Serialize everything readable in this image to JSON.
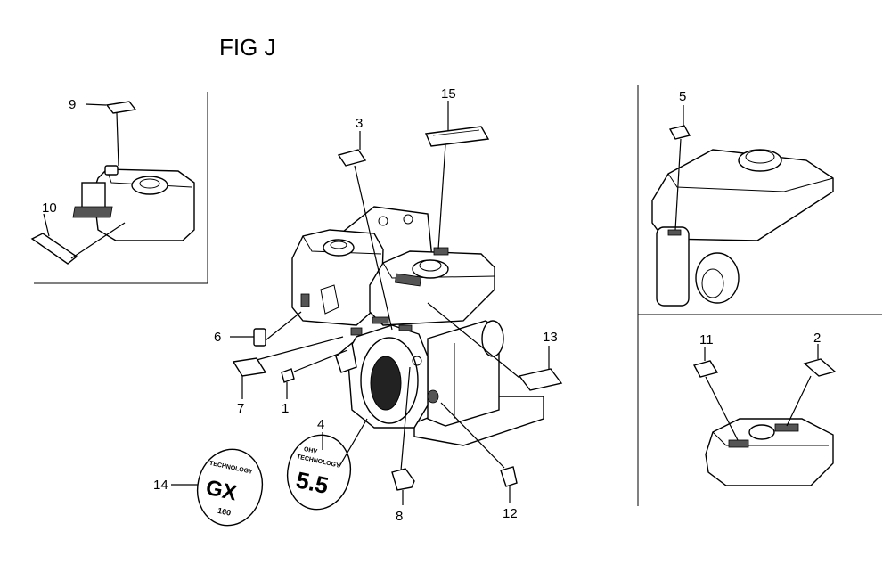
{
  "figure": {
    "title": "FIG J"
  },
  "callouts": [
    {
      "id": "1",
      "label": "1"
    },
    {
      "id": "2",
      "label": "2"
    },
    {
      "id": "3",
      "label": "3"
    },
    {
      "id": "4",
      "label": "4"
    },
    {
      "id": "5",
      "label": "5"
    },
    {
      "id": "6",
      "label": "6"
    },
    {
      "id": "7",
      "label": "7"
    },
    {
      "id": "8",
      "label": "8"
    },
    {
      "id": "9",
      "label": "9"
    },
    {
      "id": "10",
      "label": "10"
    },
    {
      "id": "11",
      "label": "11"
    },
    {
      "id": "12",
      "label": "12"
    },
    {
      "id": "13",
      "label": "13"
    },
    {
      "id": "14",
      "label": "14"
    },
    {
      "id": "15",
      "label": "15"
    }
  ],
  "emblems": {
    "emblem14": {
      "line1": "TECHNOLOGY",
      "mark": "GX",
      "line2": "160"
    },
    "emblem4": {
      "line1": "OHV",
      "line2": "TECHNOLOGY",
      "mark": "5.5"
    }
  }
}
